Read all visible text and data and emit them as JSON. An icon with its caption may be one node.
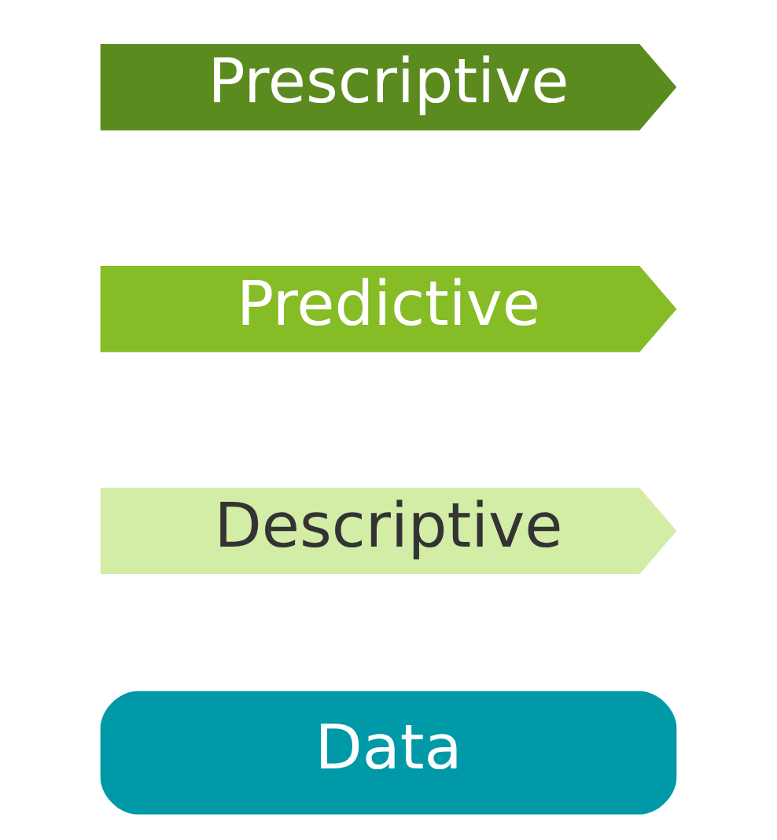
{
  "diagram": {
    "nodes": [
      {
        "text": [
          "Prescriptive"
        ]
      },
      {
        "text": [
          "Predictive"
        ]
      },
      {
        "text": [
          "Descriptive"
        ]
      },
      {
        "text": [
          "Data"
        ]
      }
    ]
  }
}
